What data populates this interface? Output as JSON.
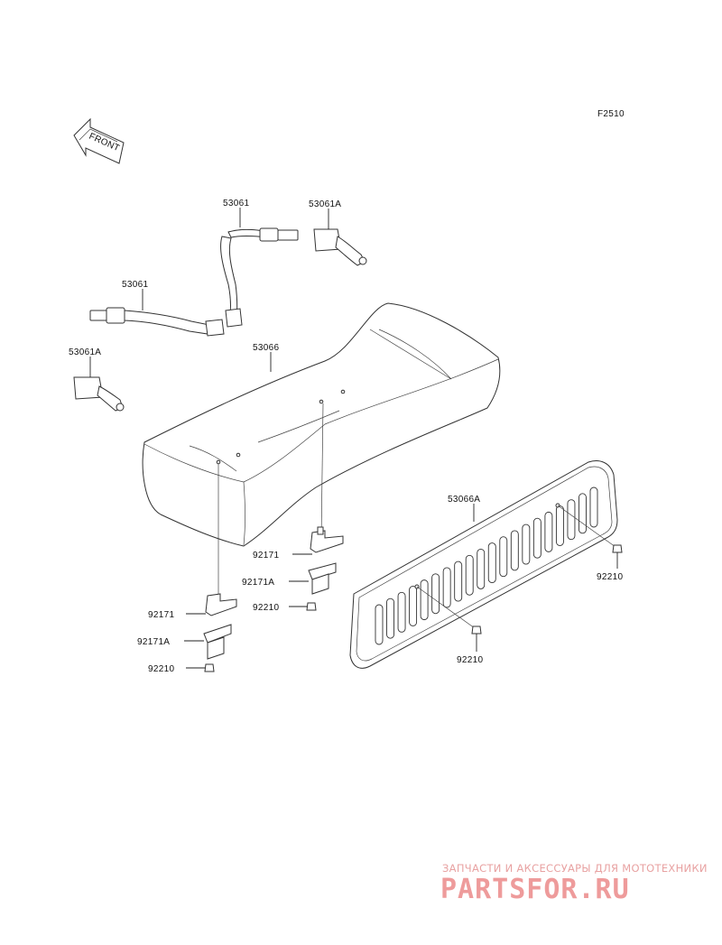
{
  "figure_id": "F2510",
  "front_arrow_text": "FRONT",
  "parts": {
    "seat_belt": "53061",
    "seat_belt_alt": "53061",
    "buckle_right": "53061A",
    "buckle_left": "53061A",
    "seat": "53066",
    "seat_back": "53066A",
    "bracket_right": "92171",
    "bracket_right_a": "92171A",
    "nut_right": "92210",
    "bracket_left": "92171",
    "bracket_left_a": "92171A",
    "nut_left": "92210",
    "nut_back_right": "92210",
    "nut_back_center": "92210"
  },
  "watermark": {
    "line1": "ЗАПЧАСТИ И АКСЕССУАРЫ ДЛЯ МОТОТЕХНИКИ",
    "line2": "PARTSFOR.RU"
  }
}
